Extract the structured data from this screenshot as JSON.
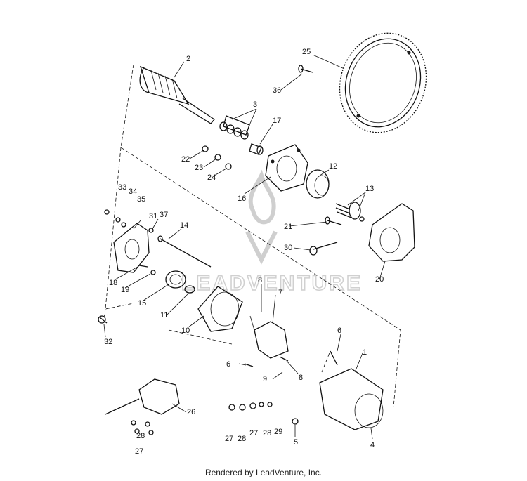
{
  "watermark": {
    "text": "LEADVENTURE"
  },
  "footer": {
    "text": "Rendered by LeadVenture, Inc."
  },
  "callouts": [
    {
      "id": "c1",
      "text": "1"
    },
    {
      "id": "c2",
      "text": "2"
    },
    {
      "id": "c3",
      "text": "3"
    },
    {
      "id": "c4",
      "text": "4"
    },
    {
      "id": "c5",
      "text": "5"
    },
    {
      "id": "c6a",
      "text": "6"
    },
    {
      "id": "c6b",
      "text": "6"
    },
    {
      "id": "c7",
      "text": "7"
    },
    {
      "id": "c8a",
      "text": "8"
    },
    {
      "id": "c8b",
      "text": "8"
    },
    {
      "id": "c9",
      "text": "9"
    },
    {
      "id": "c10",
      "text": "10"
    },
    {
      "id": "c11",
      "text": "11"
    },
    {
      "id": "c12",
      "text": "12"
    },
    {
      "id": "c13",
      "text": "13"
    },
    {
      "id": "c14",
      "text": "14"
    },
    {
      "id": "c15",
      "text": "15"
    },
    {
      "id": "c16",
      "text": "16"
    },
    {
      "id": "c17",
      "text": "17"
    },
    {
      "id": "c18",
      "text": "18"
    },
    {
      "id": "c19",
      "text": "19"
    },
    {
      "id": "c20",
      "text": "20"
    },
    {
      "id": "c21",
      "text": "21"
    },
    {
      "id": "c22",
      "text": "22"
    },
    {
      "id": "c23",
      "text": "23"
    },
    {
      "id": "c24",
      "text": "24"
    },
    {
      "id": "c25",
      "text": "25"
    },
    {
      "id": "c26",
      "text": "26"
    },
    {
      "id": "c27a",
      "text": "27"
    },
    {
      "id": "c27b",
      "text": "27"
    },
    {
      "id": "c27c",
      "text": "27"
    },
    {
      "id": "c28a",
      "text": "28"
    },
    {
      "id": "c28b",
      "text": "28"
    },
    {
      "id": "c28c",
      "text": "28"
    },
    {
      "id": "c29",
      "text": "29"
    },
    {
      "id": "c30",
      "text": "30"
    },
    {
      "id": "c31",
      "text": "31"
    },
    {
      "id": "c32",
      "text": "32"
    },
    {
      "id": "c33",
      "text": "33"
    },
    {
      "id": "c34",
      "text": "34"
    },
    {
      "id": "c35",
      "text": "35"
    },
    {
      "id": "c36",
      "text": "36"
    },
    {
      "id": "c37",
      "text": "37"
    }
  ]
}
